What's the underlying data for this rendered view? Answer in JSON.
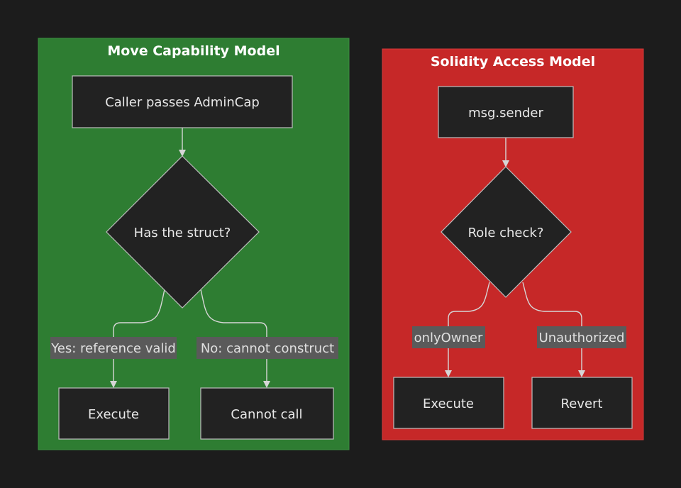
{
  "diagram": {
    "theme": {
      "background": "#1c1c1c",
      "move_cluster_fill": "#2e7d32",
      "solidity_cluster_fill": "#c62828",
      "node_fill": "#222222",
      "node_stroke": "#bdbdbd",
      "edge_label_fill": "#5a5a5a",
      "edge_stroke": "#d6d6d6"
    },
    "move": {
      "title": "Move Capability Model",
      "start": "Caller passes AdminCap",
      "decision": "Has the struct?",
      "yes_label": "Yes: reference valid",
      "no_label": "No: cannot construct",
      "execute": "Execute",
      "cannot_call": "Cannot call"
    },
    "solidity": {
      "title": "Solidity Access Model",
      "start": "msg.sender",
      "decision": "Role check?",
      "owner_label": "onlyOwner",
      "unauthorized_label": "Unauthorized",
      "execute": "Execute",
      "revert": "Revert"
    }
  }
}
